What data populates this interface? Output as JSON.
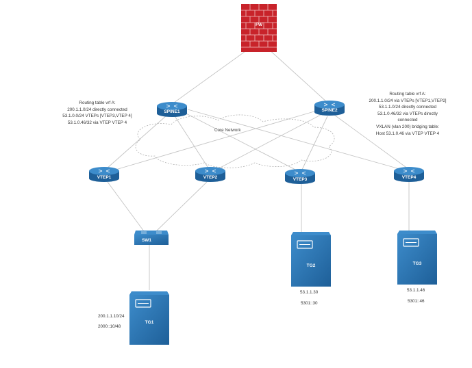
{
  "diagram": {
    "firewall": {
      "label": "FW"
    },
    "spines": [
      {
        "label": "SPINE1"
      },
      {
        "label": "SPINE2"
      }
    ],
    "vteps": [
      {
        "label": "VTEP1"
      },
      {
        "label": "VTEP2"
      },
      {
        "label": "VTEP3"
      },
      {
        "label": "VTEP4"
      }
    ],
    "switch": {
      "label": "SW1"
    },
    "servers": [
      {
        "label": "TG1"
      },
      {
        "label": "TG2"
      },
      {
        "label": "TG3"
      }
    ],
    "cloud_label": "Core Network",
    "spine1_note": [
      "Routing table vrf A:",
      "200.1.1.0/24 directly connected",
      "53.1.0.0/24 VTEPs [VTEP3,VTEP 4]",
      "53.1.0.46/32 via VTEP VTEP 4"
    ],
    "spine2_note": [
      "Routing table vrf A:",
      "200.1.1.0/24 via VTEPs [VTEP1,VTEP2]",
      "53.1.1.0/24 directly connected",
      "53.1.0.46/32 via VTEPs directly",
      "connected",
      "VXLAN (vlan 200) bridging table:",
      "Host 53.1.0.46 via VTEP VTEP 4"
    ],
    "tg1_addrs": [
      "200.1.1.10/24",
      "2000::10/48"
    ],
    "tg2_addrs": [
      "53.1.1.30",
      "5301::30"
    ],
    "tg3_addrs": [
      "53.1.1.46",
      "5301::46"
    ]
  },
  "colors": {
    "node_blue": "#2f7dba",
    "node_dark": "#1d5d93",
    "firewall_red": "#c8232a",
    "line": "#bfbfbf"
  }
}
